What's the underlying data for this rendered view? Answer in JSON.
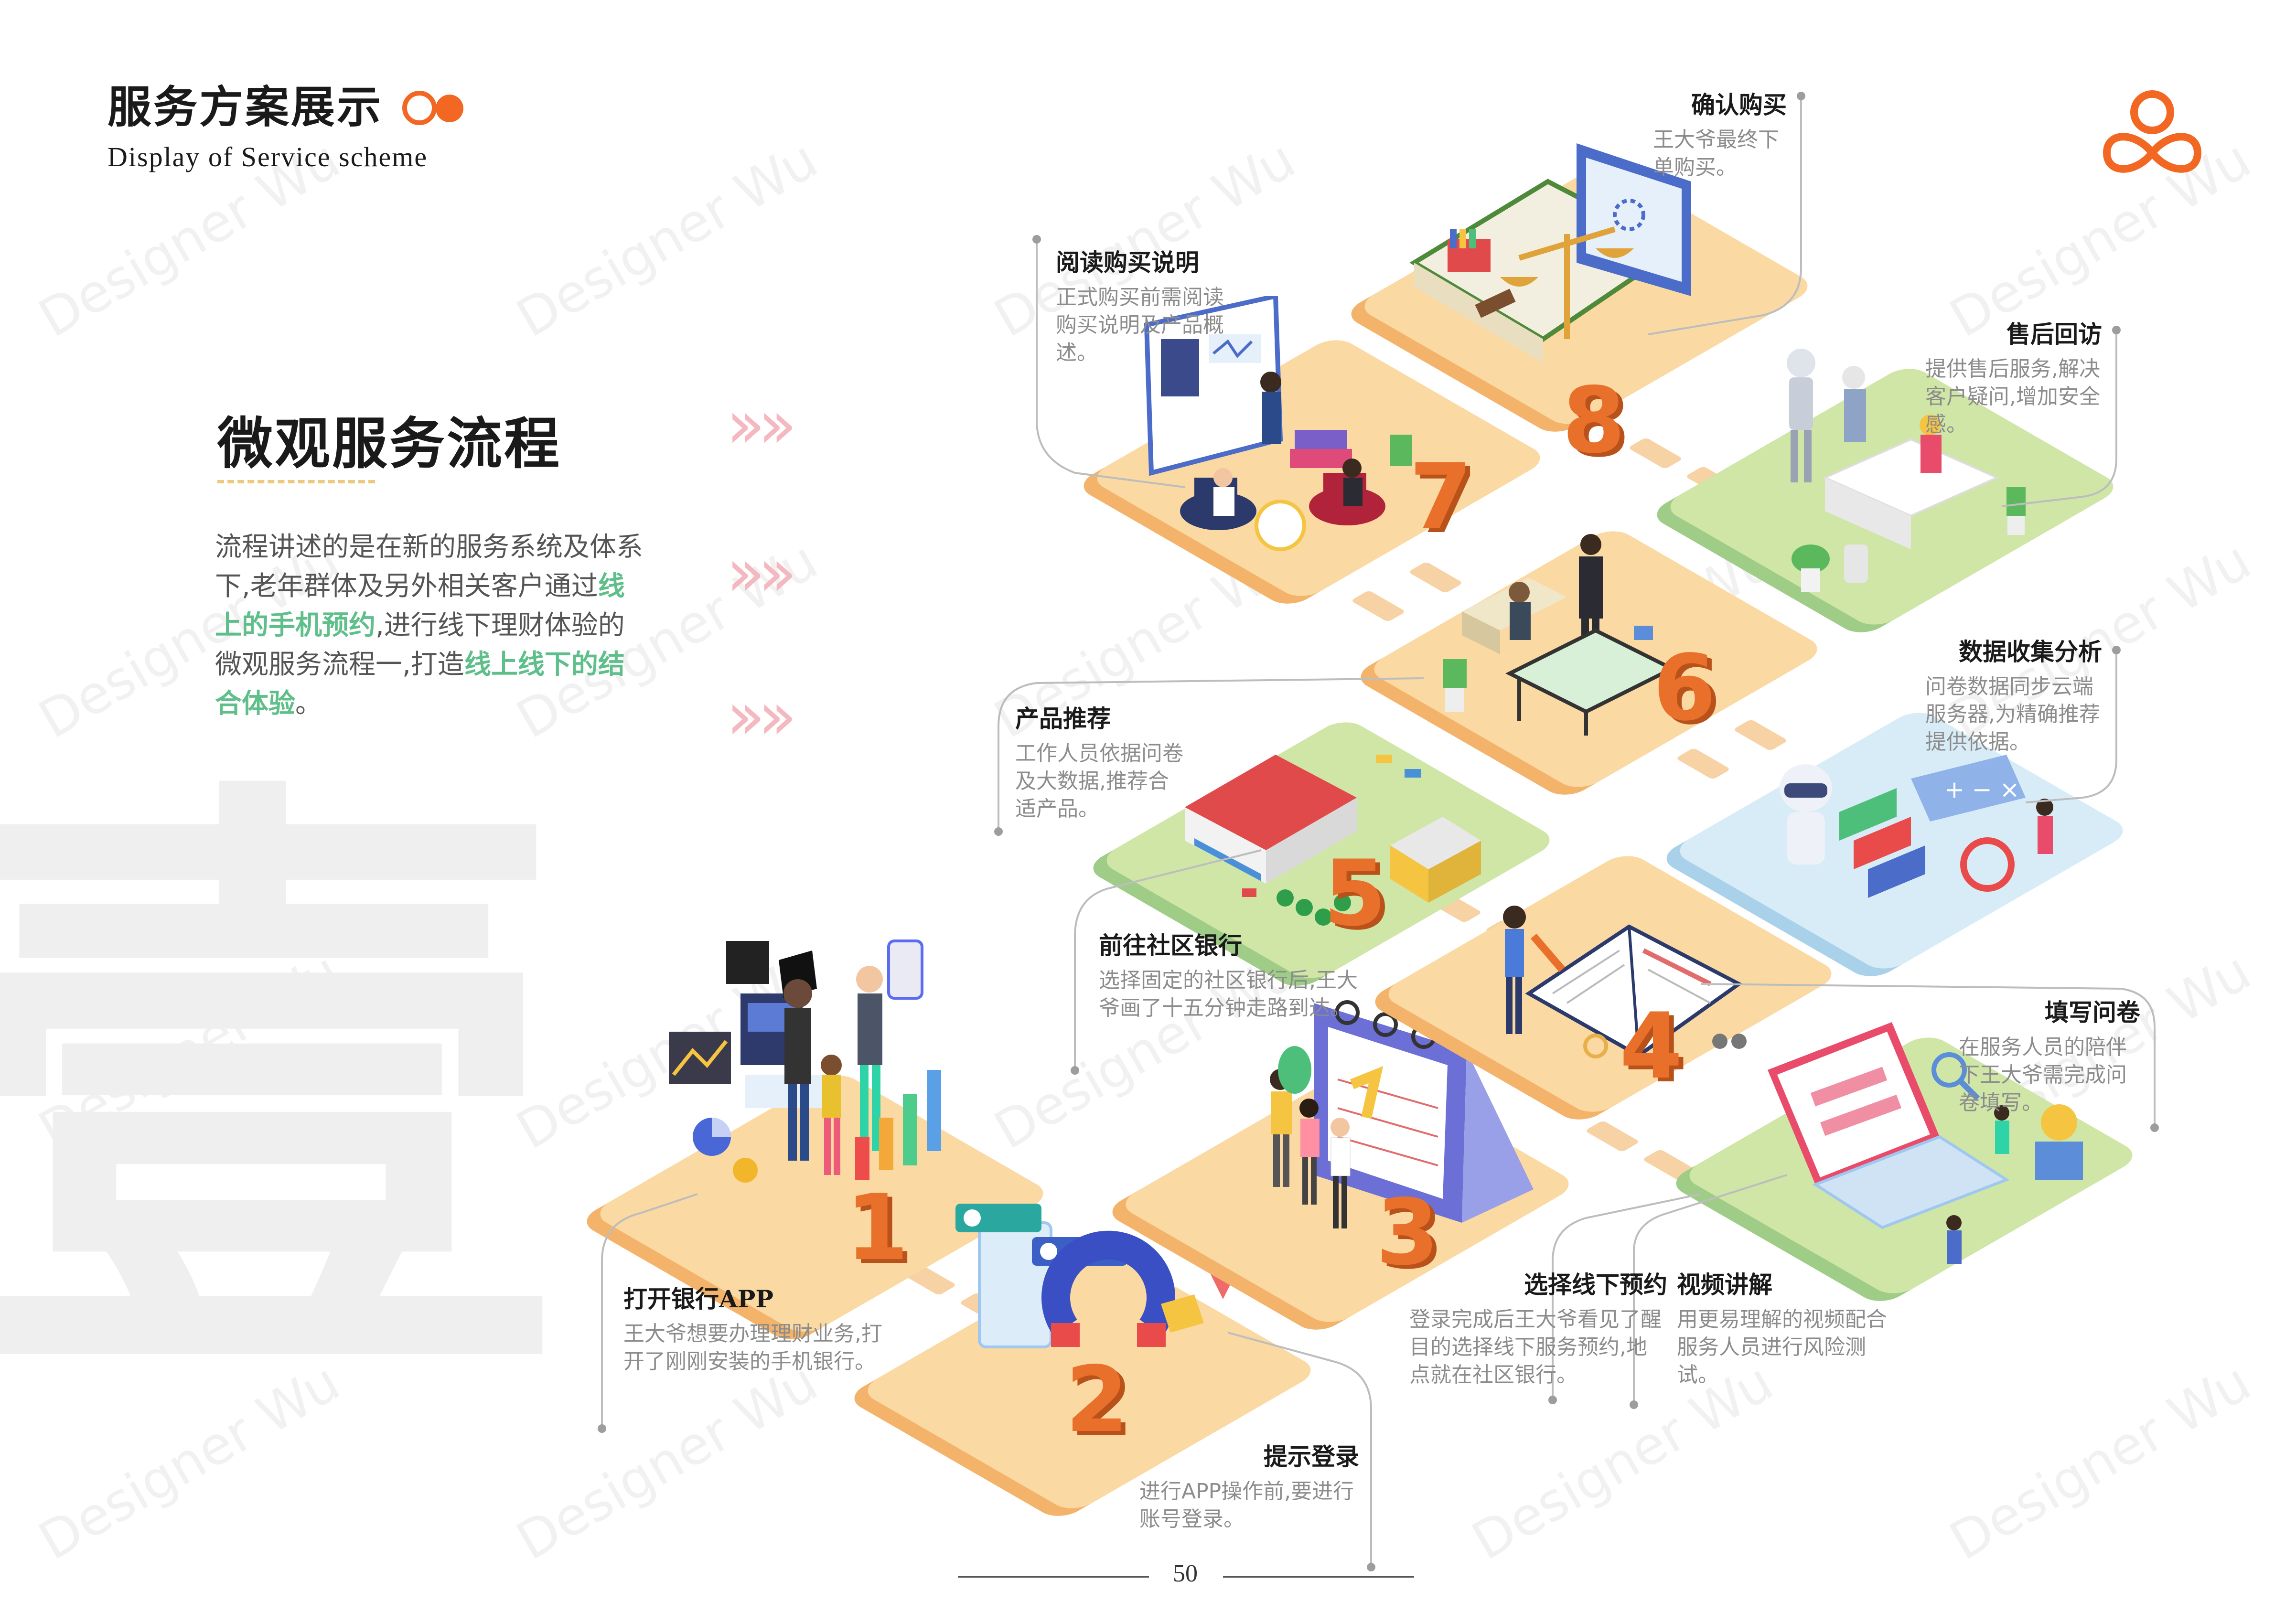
{
  "header": {
    "title": "服务方案展示",
    "subtitle": "Display of Service scheme",
    "accent_color": "#f26722"
  },
  "logo": {
    "icon": "infinity-circles-logo",
    "color": "#f26722"
  },
  "section": {
    "title": "微观服务流程",
    "intro_parts": [
      "流程讲述的是在新的服务系统及体系下,老年群体及另外相关客户通过",
      "线上的手机预约",
      ",进行线下理财体验的微观服务流程一,打造",
      "线上线下的结合体验",
      "。"
    ],
    "highlight_color": "#5fbf8a"
  },
  "watermark": {
    "text": "Designer Wu",
    "big_char": "壹"
  },
  "steps": [
    {
      "number": "1",
      "title": "打开银行APP",
      "desc": "王大爷想要办理理财业务,打开了刚刚安装的手机银行。",
      "icon": "phone-app-scene"
    },
    {
      "number": "2",
      "title": "提示登录",
      "desc": "进行APP操作前,要进行账号登录。",
      "icon": "login-magnet-scene"
    },
    {
      "number": "3",
      "title": "选择线下预约",
      "desc": "登录完成后王大爷看见了醒目的选择线下服务预约,地点就在社区银行。",
      "icon": "calendar-scene"
    },
    {
      "number": "4",
      "title": "填写问卷",
      "desc": "在服务人员的陪伴下王大爷需完成问卷填写。",
      "icon": "questionnaire-book-scene"
    },
    {
      "number": "5",
      "title": "前往社区银行",
      "desc": "选择固定的社区银行后,王大爷画了十五分钟走路到达。",
      "icon": "community-bank-scene"
    },
    {
      "number": "6",
      "title": "产品推荐",
      "desc": "工作人员依据问卷及大数据,推荐合适产品。",
      "icon": "office-desk-scene"
    },
    {
      "number": "7",
      "title": "阅读购买说明",
      "desc": "正式购买前需阅读购买说明及产品概述。",
      "icon": "reading-lounge-scene"
    },
    {
      "number": "8",
      "title": "确认购买",
      "desc": "王大爷最终下单购买。",
      "icon": "scale-book-scene"
    }
  ],
  "side_steps": [
    {
      "title": "视频讲解",
      "desc": "用更易理解的视频配合服务人员进行风险测试。",
      "icon": "laptop-video-scene"
    },
    {
      "title": "数据收集分析",
      "desc": "问卷数据同步云端服务器,为精确推荐提供依据。",
      "icon": "robot-data-scene"
    },
    {
      "title": "售后回访",
      "desc": "提供售后服务,解决客户疑问,增加安全感。",
      "icon": "robot-meeting-scene"
    }
  ],
  "page_number": "50",
  "colors": {
    "tile_orange": "#fbd9a3",
    "tile_green": "#cfe6a6",
    "tile_blue": "#d8ecf8",
    "number": "#e8702a"
  }
}
